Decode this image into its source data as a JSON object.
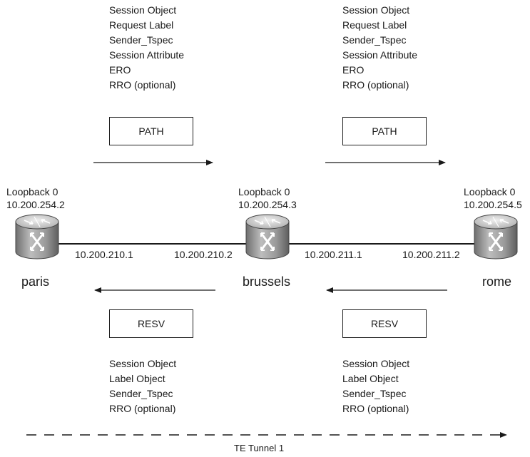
{
  "top_left_objects": [
    "Session Object",
    "Request Label",
    "Sender_Tspec",
    "Session Attribute",
    "ERO",
    "RRO (optional)"
  ],
  "top_right_objects": [
    "Session Object",
    "Request Label",
    "Sender_Tspec",
    "Session Attribute",
    "ERO",
    "RRO (optional)"
  ],
  "bottom_left_objects": [
    "Session Object",
    "Label Object",
    "Sender_Tspec",
    "RRO (optional)"
  ],
  "bottom_right_objects": [
    "Session Object",
    "Label Object",
    "Sender_Tspec",
    "RRO (optional)"
  ],
  "messages": {
    "path_left": "PATH",
    "path_right": "PATH",
    "resv_left": "RESV",
    "resv_right": "RESV"
  },
  "routers": {
    "paris": {
      "name": "paris",
      "loopback_label": "Loopback 0",
      "loopback_ip": "10.200.254.2"
    },
    "brussels": {
      "name": "brussels",
      "loopback_label": "Loopback 0",
      "loopback_ip": "10.200.254.3"
    },
    "rome": {
      "name": "rome",
      "loopback_label": "Loopback 0",
      "loopback_ip": "10.200.254.5"
    }
  },
  "links": {
    "paris_brussels": {
      "left_ip": "10.200.210.1",
      "right_ip": "10.200.210.2"
    },
    "brussels_rome": {
      "left_ip": "10.200.211.1",
      "right_ip": "10.200.211.2"
    }
  },
  "tunnel_label": "TE Tunnel 1",
  "colors": {
    "line": "#1a1a1a",
    "router_body": "#9a9a9a",
    "router_top": "#d8d8d8"
  }
}
